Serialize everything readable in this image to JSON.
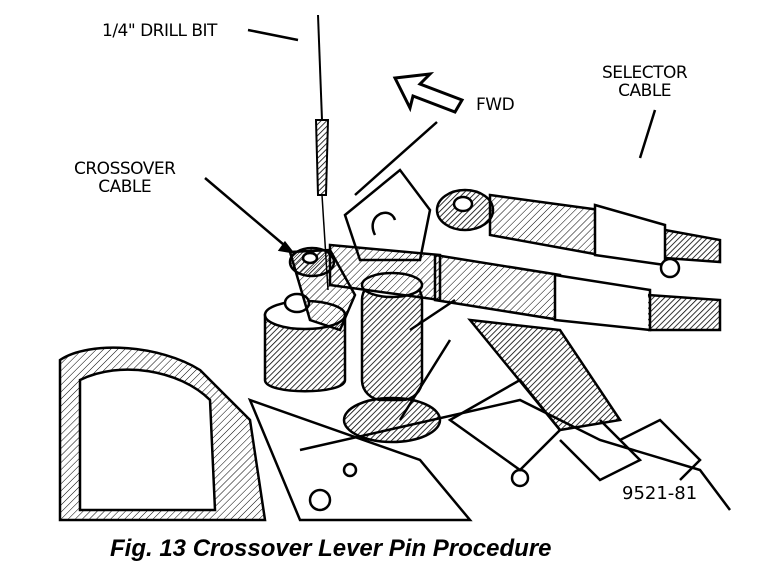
{
  "figure": {
    "caption": "Fig. 13 Crossover Lever Pin Procedure",
    "figure_number": "9521-81"
  },
  "callouts": {
    "drill_bit": "1/4\" DRILL BIT",
    "forward": "FWD",
    "selector_line1": "SELECTOR",
    "selector_line2": "CABLE",
    "crossover_line1": "CROSSOVER",
    "crossover_line2": "CABLE"
  },
  "colors": {
    "ink": "#000000",
    "paper": "#ffffff"
  }
}
